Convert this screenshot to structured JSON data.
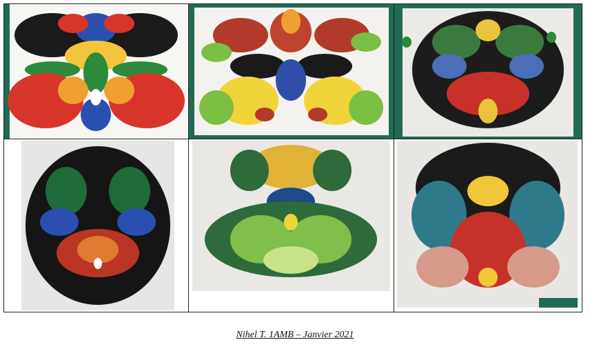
{
  "caption": "Nihel T. 1AMB – Janvier 2021",
  "photos": [
    {
      "row": 1,
      "col": 1,
      "subject": "multicolor symmetric paint blot",
      "palette": [
        "#1a1a1a",
        "#d7352a",
        "#f2c53d",
        "#2d8a3c",
        "#2a4fb0"
      ]
    },
    {
      "row": 1,
      "col": 2,
      "subject": "multicolor symmetric paint blot",
      "palette": [
        "#c0432e",
        "#f0d43a",
        "#7bc043",
        "#2d4fa8",
        "#b23a2a"
      ]
    },
    {
      "row": 1,
      "col": 3,
      "subject": "dark symmetric paint blot",
      "palette": [
        "#1c1c1c",
        "#c8302a",
        "#e7c43b",
        "#3b7a3f",
        "#4a6fb8"
      ]
    },
    {
      "row": 2,
      "col": 1,
      "subject": "dark symmetric paint blot",
      "palette": [
        "#151515",
        "#1f6b3a",
        "#2a4fb0",
        "#b93524",
        "#e07a2f"
      ]
    },
    {
      "row": 2,
      "col": 2,
      "subject": "green-yellow symmetric paint blot",
      "palette": [
        "#e0b237",
        "#2e6a3a",
        "#7fbf4a",
        "#1e4a8a",
        "#c9e38a"
      ]
    },
    {
      "row": 2,
      "col": 3,
      "subject": "multicolor symmetric paint blot",
      "palette": [
        "#1b1b1b",
        "#2e7a8a",
        "#f0c63a",
        "#c6312a",
        "#4a5fb8"
      ]
    }
  ]
}
